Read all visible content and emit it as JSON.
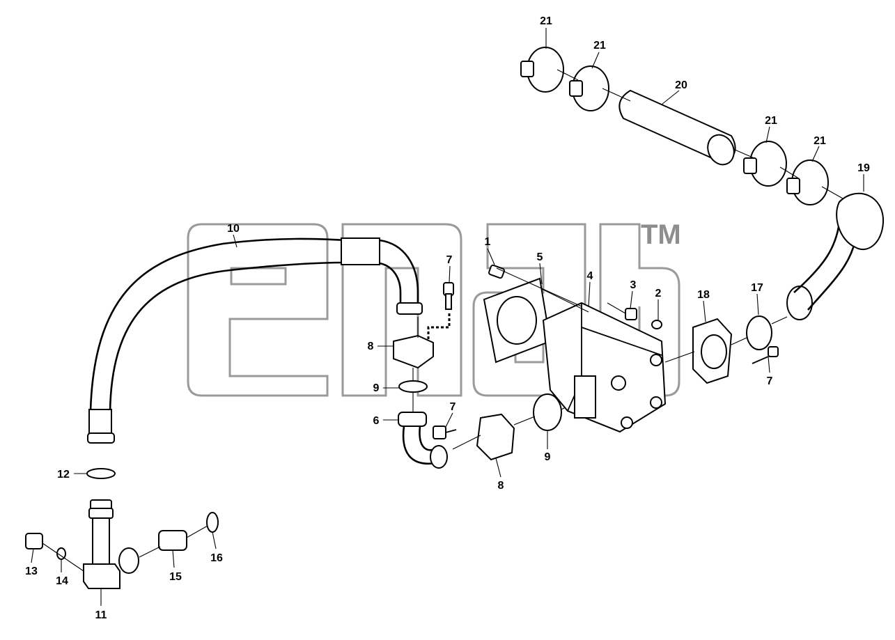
{
  "diagram": {
    "watermark_mark": "TM",
    "callouts": [
      "1",
      "2",
      "3",
      "4",
      "5",
      "6",
      "7",
      "7",
      "7",
      "8",
      "8",
      "9",
      "9",
      "10",
      "11",
      "12",
      "13",
      "14",
      "15",
      "16",
      "17",
      "18",
      "19",
      "20",
      "21",
      "21",
      "21",
      "21"
    ]
  }
}
